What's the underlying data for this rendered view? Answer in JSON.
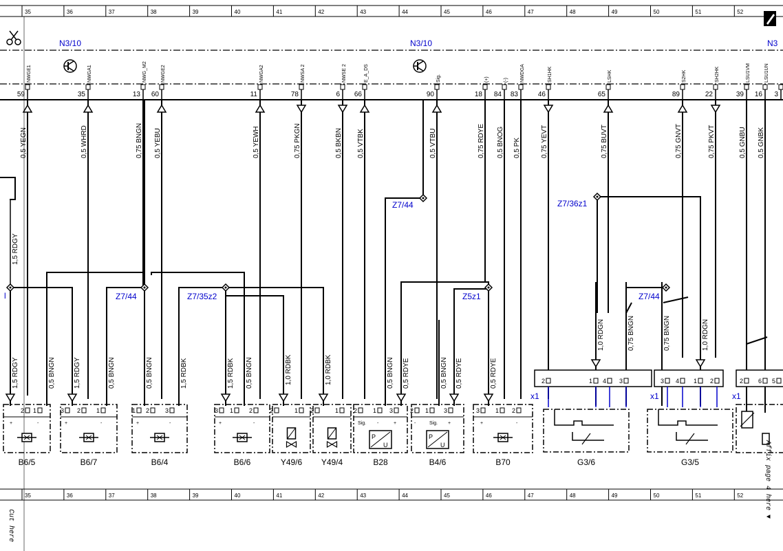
{
  "ruler_numbers": [
    "35",
    "36",
    "37",
    "38",
    "39",
    "40",
    "41",
    "42",
    "43",
    "44",
    "45",
    "46",
    "47",
    "48",
    "49",
    "50",
    "51",
    "52"
  ],
  "connectors": {
    "n3_10_a": "N3/10",
    "n3_10_b": "N3/10",
    "n3_c": "N3"
  },
  "pins": [
    {
      "sig": "NWGE1",
      "num": "59"
    },
    {
      "sig": "NWGA1",
      "num": "35"
    },
    {
      "sig": "NWG_M2",
      "num": "13"
    },
    {
      "sig": "NWGE2",
      "num": "60"
    },
    {
      "sig": "NWGA2",
      "num": "11"
    },
    {
      "sig": "NWSA 2",
      "num": "78"
    },
    {
      "sig": "NWSE 2",
      "num": "6"
    },
    {
      "sig": "E_A_DS",
      "num": "66"
    },
    {
      "sig": "Sig.",
      "num": "90"
    },
    {
      "sig": "(+)",
      "num": "18"
    },
    {
      "sig": "(-)",
      "num": "84"
    },
    {
      "sig": "NWDGA",
      "num": "83"
    },
    {
      "sig": "SH1HK",
      "num": "46"
    },
    {
      "sig": "LSHK",
      "num": "65"
    },
    {
      "sig": "S2HK",
      "num": "89"
    },
    {
      "sig": "SH2HK",
      "num": "22"
    },
    {
      "sig": "LSU1VM",
      "num": "39"
    },
    {
      "sig": "LSU1UN",
      "num": "16"
    },
    {
      "sig": "",
      "num": "3"
    }
  ],
  "upper_wires": [
    "0,5 YEGN",
    "0,5 WHRD",
    "0,75 BNGN",
    "0,5 YEBU",
    "0,5 YEWH",
    "0,75 PKGN",
    "0,5 BKBN",
    "0,5 VTBK",
    "0,5 VTBU",
    "0,75 RDYE",
    "0,5 BNOG",
    "0,5 PK",
    "0,75 YEVT",
    "0,75 BUVT",
    "0,75 GNVT",
    "0,75 PKVT",
    "0,5 GNBU",
    "0,5 GNBK"
  ],
  "left_wire": "1,5 RDGY",
  "splices": {
    "z744_a": "Z7/44",
    "z7_35z2": "Z7/35z2",
    "z744_b": "Z7/44",
    "z5z1": "Z5z1",
    "z7_36z1": "Z7/36z1",
    "z744_c": "Z7/44"
  },
  "lower_wires": [
    "1,5 RDGY",
    "0,5 BNGN",
    "1,5 RDGY",
    "0,5 BNGN",
    "0,5 BNGN",
    "1,5 RDBK",
    "1,5 RDBK",
    "0,5 BNGN",
    "1,0 RDBK",
    "1,0 RDBK",
    "0,5 BNGN",
    "0,5 RDYE",
    "0,5 BNGN",
    "0,5 RDYE",
    "0,5 RDYE",
    "1,0 RDGN",
    "0,75 BNGN",
    "0,75 BNGN",
    "1,0 RDGN"
  ],
  "components": [
    "B6/5",
    "B6/7",
    "B6/4",
    "B6/6",
    "Y49/6",
    "Y49/4",
    "B28",
    "B4/6",
    "B70",
    "G3/6",
    "G3/5"
  ],
  "x1_labels": [
    "x1",
    "x1",
    "x1"
  ],
  "pin_labels": {
    "b65": [
      "2",
      "1",
      "+",
      "-"
    ],
    "b67": [
      "3",
      "2",
      "1",
      "+",
      "-"
    ],
    "b64": [
      "1",
      "2",
      "3",
      "+",
      "-"
    ],
    "b66": [
      "3",
      "1",
      "2",
      "+",
      "-"
    ],
    "y496": [
      "2",
      "1"
    ],
    "y494": [
      "2",
      "1"
    ],
    "b28": [
      "2",
      "1",
      "3",
      "Sig.",
      "-",
      "+"
    ],
    "b46": [
      "2",
      "1",
      "3",
      "-",
      "Sig.",
      "+"
    ],
    "b70": [
      "3",
      "1",
      "2",
      "+",
      "-"
    ],
    "g36": [
      "2",
      "1",
      "4",
      "3"
    ],
    "g35": [
      "3",
      "4",
      "1",
      "2"
    ],
    "right": [
      "2",
      "6",
      "5"
    ]
  },
  "side_texts": {
    "cut": "Cut here",
    "affix": "Affix page 4 here ▼"
  },
  "colors": {
    "blue": "#0000cc",
    "line": "#000000"
  }
}
